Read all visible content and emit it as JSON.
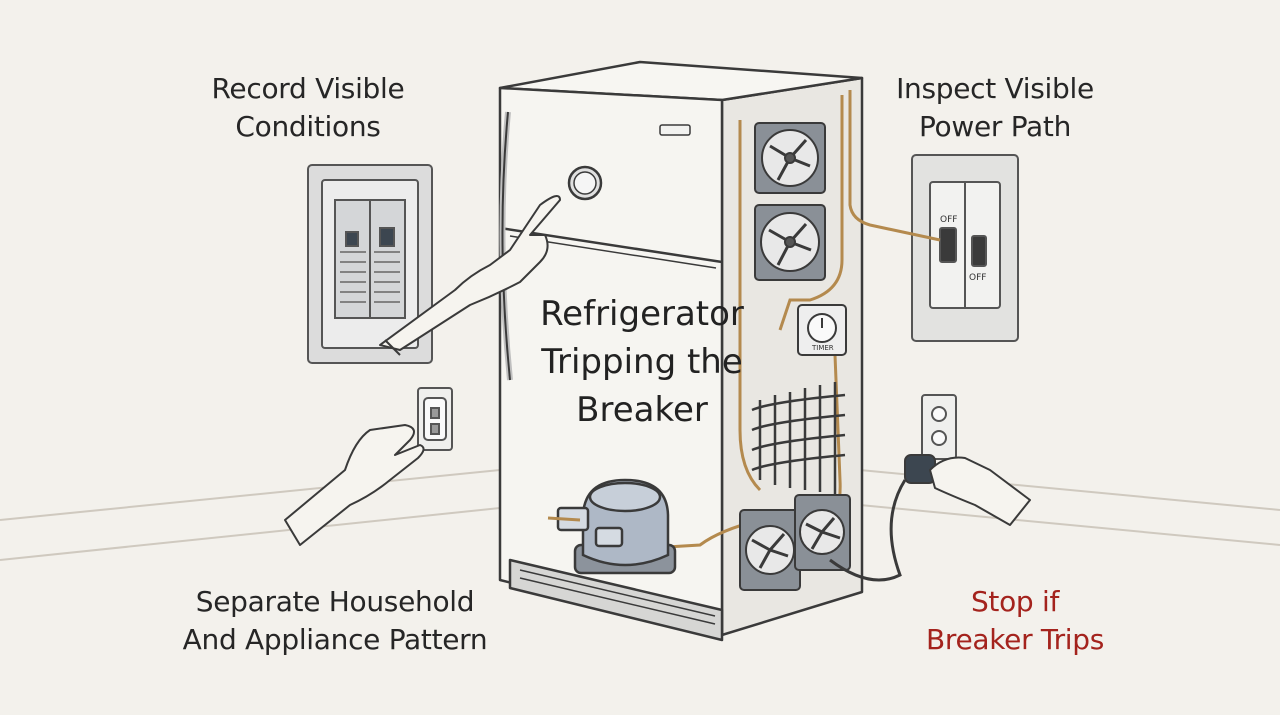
{
  "diagram": {
    "title_lines": [
      "Refrigerator",
      "Tripping the",
      "Breaker"
    ],
    "steps": {
      "record": {
        "lines": [
          "Record Visible",
          "Conditions"
        ]
      },
      "inspect": {
        "lines": [
          "Inspect Visible",
          "Power Path"
        ]
      },
      "separate": {
        "lines": [
          "Separate Household",
          "And Appliance Pattern"
        ]
      },
      "stop": {
        "lines": [
          "Stop if",
          "Breaker Trips"
        ]
      }
    },
    "switch_labels": {
      "off_top": "OFF",
      "off_bottom": "OFF"
    },
    "timer_label": "TIMER"
  },
  "colors": {
    "background": "#f3f1ec",
    "outline": "#3a3a3a",
    "wire": "#b48a4e",
    "warning": "#a4231d",
    "compressor": "#aeb8c6"
  },
  "icons": [
    "breaker-panel-icon",
    "wall-outlet-icon",
    "fan-icon",
    "compressor-icon",
    "timer-icon",
    "power-switch-icon",
    "plug-icon",
    "hand-icon"
  ]
}
